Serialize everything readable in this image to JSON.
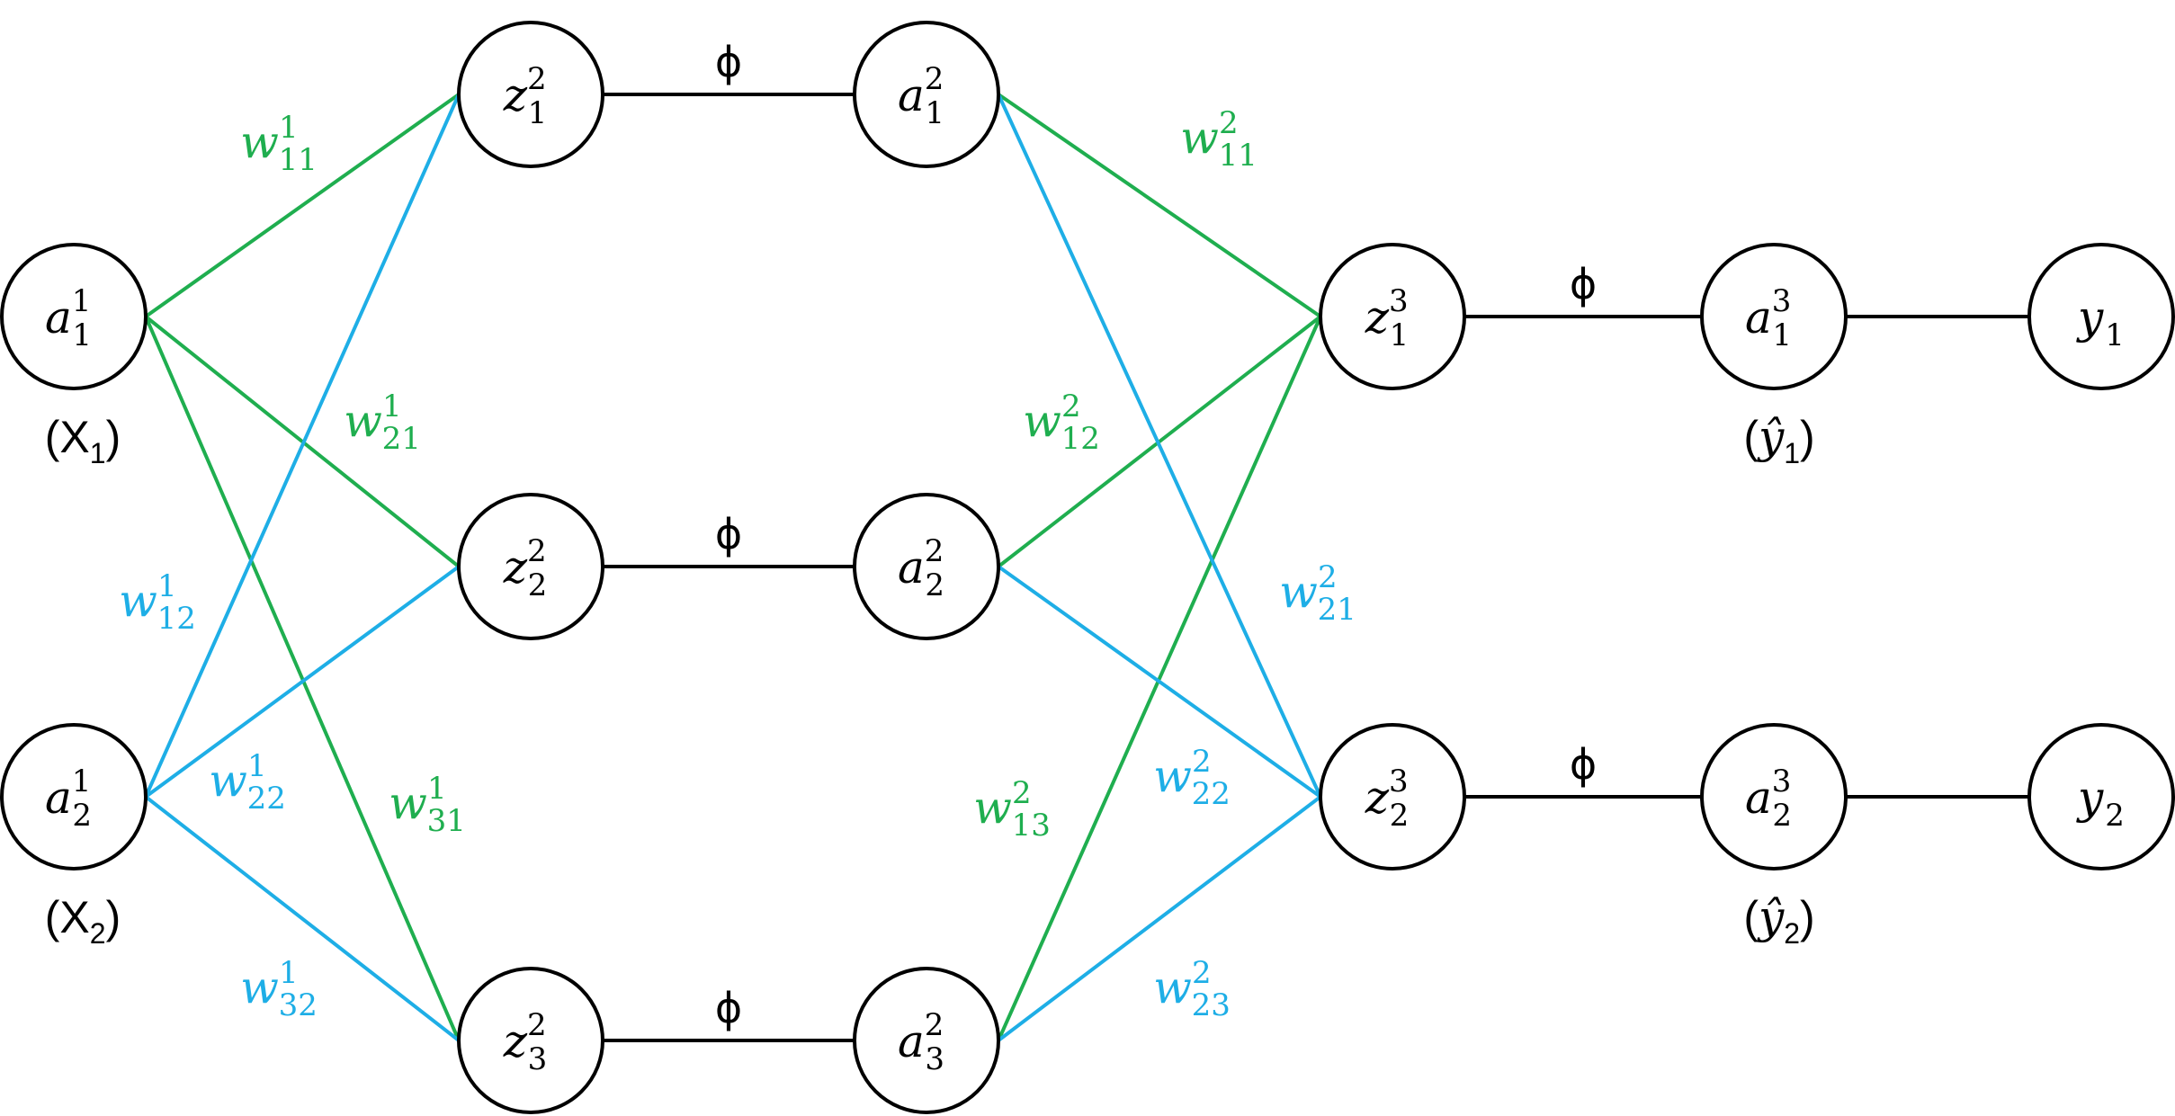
{
  "colors": {
    "green": "#1fae4f",
    "blue": "#1eaee6",
    "black": "#000000"
  },
  "activation_symbol": "ϕ",
  "nodes": [
    {
      "id": "a1_1",
      "base": "a",
      "sub": "1",
      "sup": "1"
    },
    {
      "id": "a1_2",
      "base": "a",
      "sub": "2",
      "sup": "1"
    },
    {
      "id": "z2_1",
      "base": "z",
      "sub": "1",
      "sup": "2"
    },
    {
      "id": "z2_2",
      "base": "z",
      "sub": "2",
      "sup": "2"
    },
    {
      "id": "z2_3",
      "base": "z",
      "sub": "3",
      "sup": "2"
    },
    {
      "id": "a2_1",
      "base": "a",
      "sub": "1",
      "sup": "2"
    },
    {
      "id": "a2_2",
      "base": "a",
      "sub": "2",
      "sup": "2"
    },
    {
      "id": "a2_3",
      "base": "a",
      "sub": "3",
      "sup": "2"
    },
    {
      "id": "z3_1",
      "base": "z",
      "sub": "1",
      "sup": "3"
    },
    {
      "id": "z3_2",
      "base": "z",
      "sub": "2",
      "sup": "3"
    },
    {
      "id": "a3_1",
      "base": "a",
      "sub": "1",
      "sup": "3"
    },
    {
      "id": "a3_2",
      "base": "a",
      "sub": "2",
      "sup": "3"
    },
    {
      "id": "y_1",
      "base": "y",
      "sub": "1",
      "sup": ""
    },
    {
      "id": "y_2",
      "base": "y",
      "sub": "2",
      "sup": ""
    }
  ],
  "io_labels": [
    {
      "node": "a1_1",
      "open": "(",
      "base": "X",
      "sub": "1",
      "close": ")",
      "italic": false
    },
    {
      "node": "a1_2",
      "open": "(",
      "base": "X",
      "sub": "2",
      "close": ")",
      "italic": false
    },
    {
      "node": "a3_1",
      "open": "(",
      "base": "ŷ",
      "sub": "1",
      "close": ")",
      "italic": true
    },
    {
      "node": "a3_2",
      "open": "(",
      "base": "ŷ",
      "sub": "2",
      "close": ")",
      "italic": true
    }
  ],
  "edges": [
    {
      "from": "a1_1",
      "to": "z2_1",
      "color": "green"
    },
    {
      "from": "a1_1",
      "to": "z2_2",
      "color": "green"
    },
    {
      "from": "a1_1",
      "to": "z2_3",
      "color": "green"
    },
    {
      "from": "a1_2",
      "to": "z2_1",
      "color": "blue"
    },
    {
      "from": "a1_2",
      "to": "z2_2",
      "color": "blue"
    },
    {
      "from": "a1_2",
      "to": "z2_3",
      "color": "blue"
    },
    {
      "from": "a2_1",
      "to": "z3_1",
      "color": "green"
    },
    {
      "from": "a2_2",
      "to": "z3_1",
      "color": "green"
    },
    {
      "from": "a2_3",
      "to": "z3_1",
      "color": "green"
    },
    {
      "from": "a2_1",
      "to": "z3_2",
      "color": "blue"
    },
    {
      "from": "a2_2",
      "to": "z3_2",
      "color": "blue"
    },
    {
      "from": "a2_3",
      "to": "z3_2",
      "color": "blue"
    },
    {
      "from": "z2_1",
      "to": "a2_1",
      "color": "black",
      "phi": true
    },
    {
      "from": "z2_2",
      "to": "a2_2",
      "color": "black",
      "phi": true
    },
    {
      "from": "z2_3",
      "to": "a2_3",
      "color": "black",
      "phi": true
    },
    {
      "from": "z3_1",
      "to": "a3_1",
      "color": "black",
      "phi": true
    },
    {
      "from": "z3_2",
      "to": "a3_2",
      "color": "black",
      "phi": true
    },
    {
      "from": "a3_1",
      "to": "y_1",
      "color": "black",
      "phi": false
    },
    {
      "from": "a3_2",
      "to": "y_2",
      "color": "black",
      "phi": false
    }
  ],
  "weight_labels": [
    {
      "id": "w1_11",
      "base": "w",
      "sub": "11",
      "sup": "1",
      "color": "green"
    },
    {
      "id": "w1_21",
      "base": "w",
      "sub": "21",
      "sup": "1",
      "color": "green"
    },
    {
      "id": "w1_31",
      "base": "w",
      "sub": "31",
      "sup": "1",
      "color": "green"
    },
    {
      "id": "w1_12",
      "base": "w",
      "sub": "12",
      "sup": "1",
      "color": "blue"
    },
    {
      "id": "w1_22",
      "base": "w",
      "sub": "22",
      "sup": "1",
      "color": "blue"
    },
    {
      "id": "w1_32",
      "base": "w",
      "sub": "32",
      "sup": "1",
      "color": "blue"
    },
    {
      "id": "w2_11",
      "base": "w",
      "sub": "11",
      "sup": "2",
      "color": "green"
    },
    {
      "id": "w2_12",
      "base": "w",
      "sub": "12",
      "sup": "2",
      "color": "green"
    },
    {
      "id": "w2_13",
      "base": "w",
      "sub": "13",
      "sup": "2",
      "color": "green"
    },
    {
      "id": "w2_21",
      "base": "w",
      "sub": "21",
      "sup": "2",
      "color": "blue"
    },
    {
      "id": "w2_22",
      "base": "w",
      "sub": "22",
      "sup": "2",
      "color": "blue"
    },
    {
      "id": "w2_23",
      "base": "w",
      "sub": "23",
      "sup": "2",
      "color": "blue"
    }
  ]
}
